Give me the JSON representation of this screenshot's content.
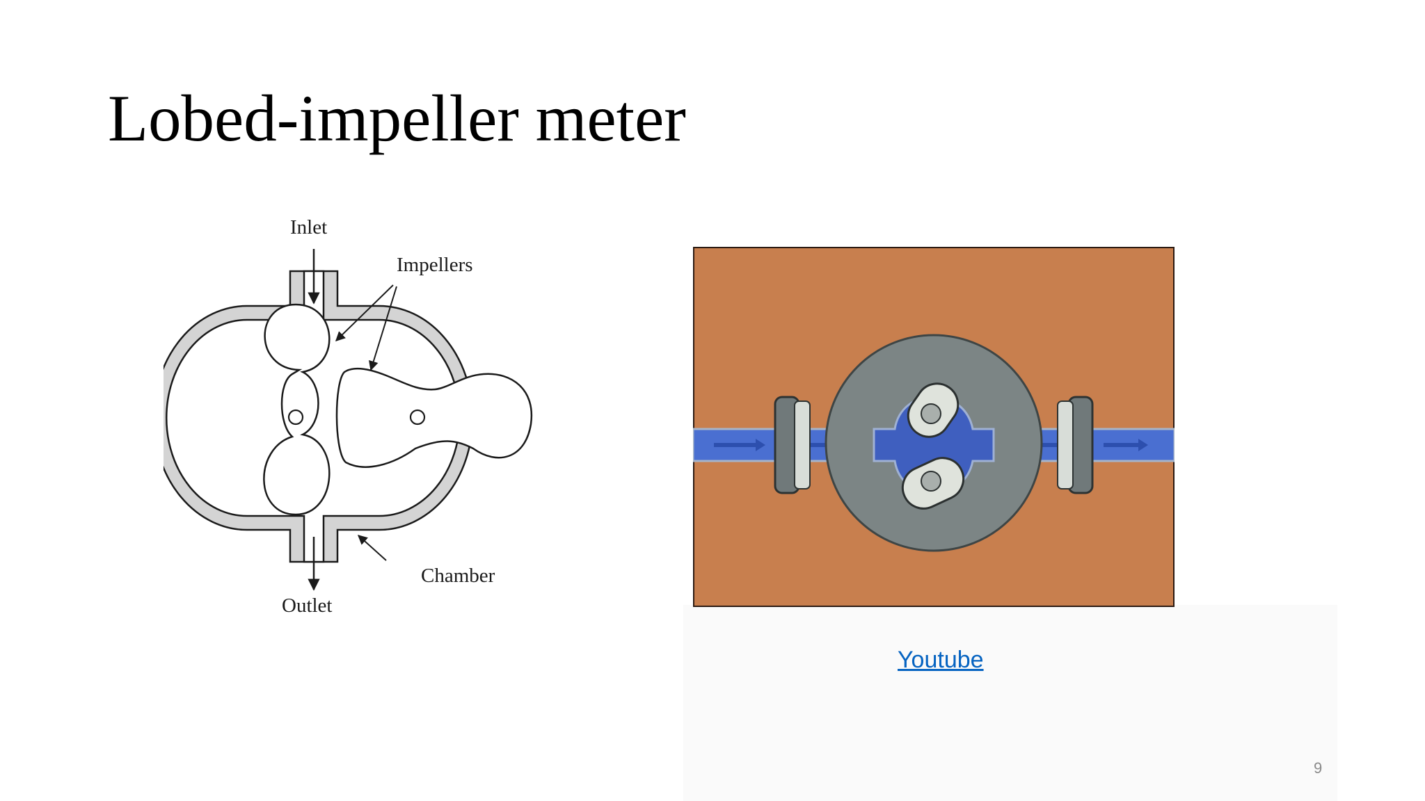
{
  "slide": {
    "title": "Lobed-impeller meter",
    "page_number": "9"
  },
  "diagram": {
    "labels": {
      "inlet": "Inlet",
      "impellers": "Impellers",
      "chamber": "Chamber",
      "outlet": "Outlet"
    }
  },
  "animation": {
    "colors": {
      "background": "#c87f4e",
      "housing": "#7c8585",
      "pipe": "#4a6fd1",
      "lobe": "#dfe3dc"
    }
  },
  "link": {
    "label": "Youtube"
  }
}
